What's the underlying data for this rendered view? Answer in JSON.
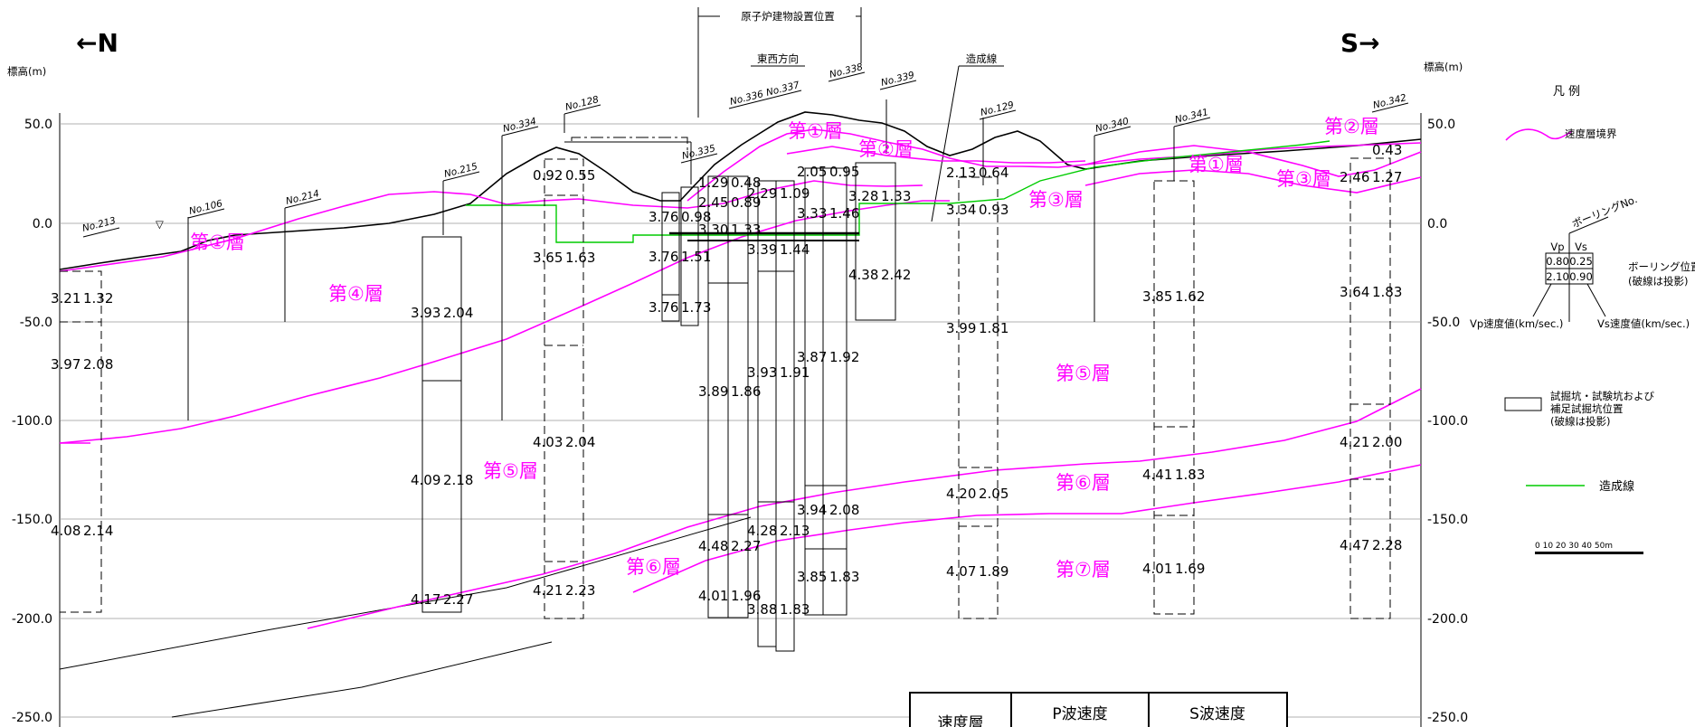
{
  "header": {
    "north": "←N",
    "south": "S→",
    "elev_left": "標高(m)",
    "elev_right": "標高(m)",
    "reactor_position": "原子炉建物設置位置",
    "ew_direction": "東西方向",
    "construction_line": "造成線"
  },
  "y_ticks_left": [
    "50.0",
    "0.0",
    "-50.0",
    "-100.0",
    "-150.0",
    "-200.0",
    "-250.0"
  ],
  "y_ticks_right": [
    "50.0",
    "0.0",
    "-50.0",
    "-100.0",
    "-150.0",
    "-200.0",
    "-250.0"
  ],
  "boreholes": [
    "No.213",
    "No.106",
    "No.214",
    "No.215",
    "No.334",
    "No.128",
    "No.335",
    "No.336",
    "No.337",
    "No.338",
    "No.339",
    "No.129",
    "No.340",
    "No.341",
    "No.342"
  ],
  "layers": [
    "第①層",
    "第①層",
    "第①層",
    "第②層",
    "第②層",
    "第③層",
    "第③層",
    "第④層",
    "第⑤層",
    "第⑤層",
    "第⑥層",
    "第⑥層",
    "第⑦層"
  ],
  "values": [
    "3.21",
    "1.32",
    "3.97",
    "2.08",
    "4.08",
    "2.14",
    "3.93",
    "2.04",
    "4.09",
    "2.18",
    "4.17",
    "2.27",
    "0.92",
    "0.55",
    "3.65",
    "1.63",
    "4.03",
    "2.04",
    "4.21",
    "2.23",
    "3.76",
    "0.98",
    "3.76",
    "1.51",
    "3.76",
    "1.73",
    "1.29",
    "0.48",
    "2.45",
    "0.89",
    "3.30",
    "1.33",
    "3.89",
    "1.86",
    "4.48",
    "2.27",
    "4.01",
    "1.96",
    "2.29",
    "1.09",
    "3.39",
    "1.44",
    "3.93",
    "1.91",
    "4.28",
    "2.13",
    "3.88",
    "1.83",
    "2.05",
    "0.95",
    "3.33",
    "1.46",
    "3.87",
    "1.92",
    "3.94",
    "2.08",
    "3.85",
    "1.83",
    "3.28",
    "1.33",
    "4.38",
    "2.42",
    "2.13",
    "0.64",
    "3.34",
    "0.93",
    "3.99",
    "1.81",
    "4.20",
    "2.05",
    "4.07",
    "1.89",
    "3.85",
    "1.62",
    "4.41",
    "1.83",
    "4.01",
    "1.69",
    "0.43",
    "2.46",
    "1.27",
    "3.64",
    "1.83",
    "4.21",
    "2.00",
    "4.47",
    "2.28"
  ],
  "legend": {
    "title": "凡 例",
    "velocity_boundary": "速度層境界",
    "boring_no": "ボーリングNo.",
    "vp": "Vp",
    "vs": "Vs",
    "sample_values": [
      "0.80",
      "0.25",
      "2.10",
      "0.90"
    ],
    "boring_position": "ボーリング位置",
    "boring_note": "(破線は投影)",
    "vp_label": "Vp速度値(km/sec.)",
    "vs_label": "Vs速度値(km/sec.)",
    "pit_line1": "試掘坑・試験坑および",
    "pit_line2": "補足試掘坑位置",
    "pit_line3": "(破線は投影)",
    "construction_line": "造成線",
    "scale": "0 10 20 30 40 50m"
  },
  "table": {
    "col1": "速度層",
    "col2": "P波速度",
    "col3": "S波速度"
  },
  "colors": {
    "boundary": "#ff00ff",
    "construction": "#00cc00",
    "ground": "#000000"
  }
}
